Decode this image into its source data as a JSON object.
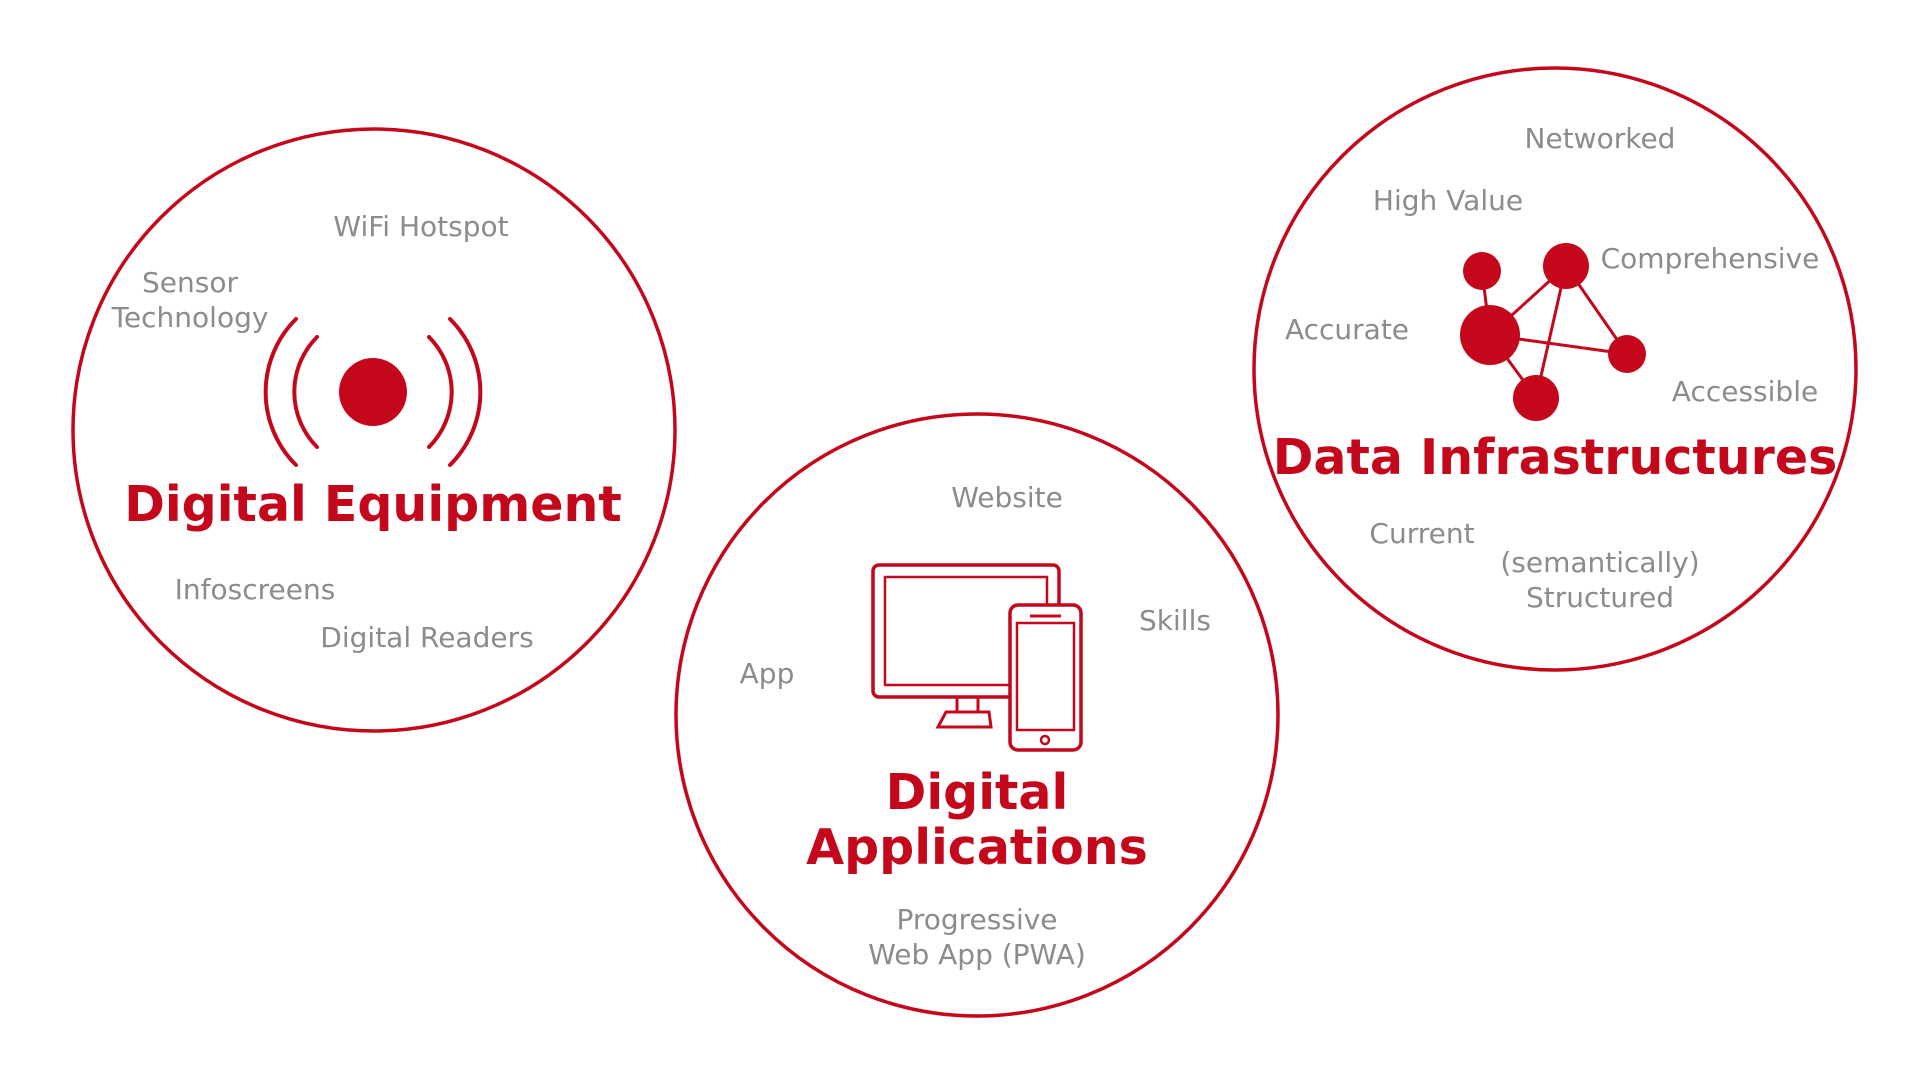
{
  "colors": {
    "accent": "#c4071b",
    "keyword": "#8c8c8c",
    "background": "#ffffff"
  },
  "equipment": {
    "title": "Digital Equipment",
    "icon": "wifi-signal-icon",
    "keywords": {
      "wifi_hotspot": "WiFi Hotspot",
      "sensor_line1": "Sensor",
      "sensor_line2": "Technology",
      "infoscreens": "Infoscreens",
      "digital_readers": "Digital Readers"
    }
  },
  "applications": {
    "title_line1": "Digital",
    "title_line2": "Applications",
    "icon": "devices-icon",
    "keywords": {
      "website": "Website",
      "skills": "Skills",
      "app": "App",
      "pwa_line1": "Progressive",
      "pwa_line2": "Web App (PWA)"
    }
  },
  "infrastructures": {
    "title": "Data Infrastructures",
    "icon": "network-graph-icon",
    "keywords": {
      "networked": "Networked",
      "high_value": "High Value",
      "comprehensive": "Comprehensive",
      "accurate": "Accurate",
      "accessible": "Accessible",
      "current": "Current",
      "structured_line1": "(semantically)",
      "structured_line2": "Structured"
    }
  }
}
